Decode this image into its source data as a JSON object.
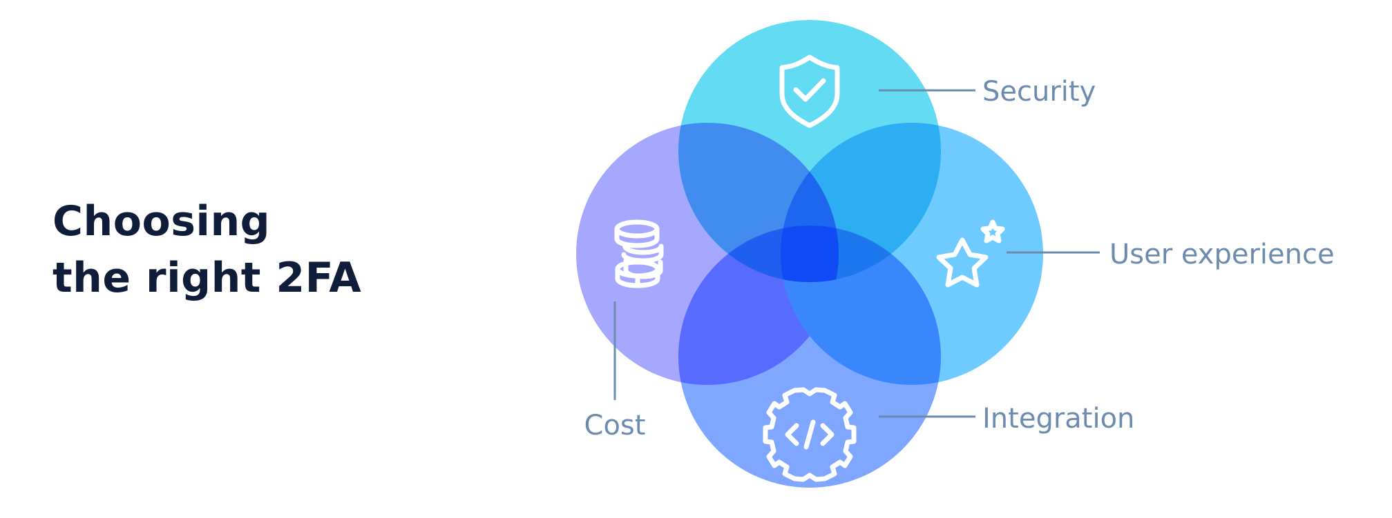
{
  "title": {
    "line1": "Choosing",
    "line2": "the right 2FA"
  },
  "factors": [
    {
      "label": "Security",
      "icon": "shield-check-icon",
      "color": "#63dbf2"
    },
    {
      "label": "User experience",
      "icon": "stars-icon",
      "color": "#6fcbff"
    },
    {
      "label": "Integration",
      "icon": "code-gear-icon",
      "color": "#7fa7ff"
    },
    {
      "label": "Cost",
      "icon": "coins-icon",
      "color": "#a6a8ff"
    }
  ],
  "colors": {
    "title": "#0f1d3a",
    "label": "#6d8bae",
    "center": "#0f4cf5"
  }
}
